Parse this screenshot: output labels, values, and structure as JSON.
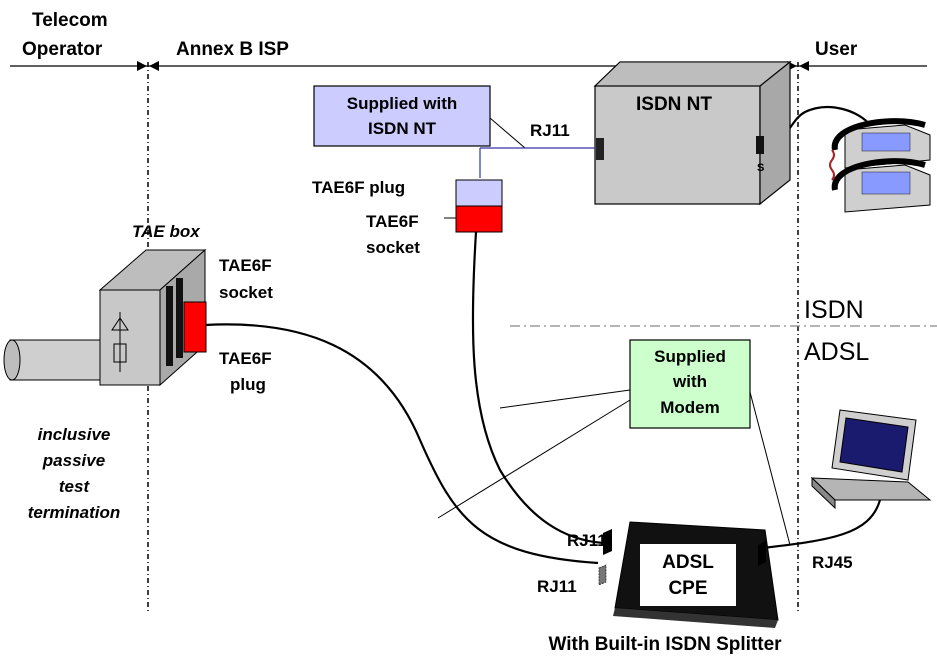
{
  "zones": {
    "telecom_operator": [
      "Telecom",
      "Operator"
    ],
    "annex_b_isp": "Annex B ISP",
    "user": "User"
  },
  "devices": {
    "isdn_nt": "ISDN NT",
    "isdn_nt_s_port": "S",
    "adsl_cpe": [
      "ADSL",
      "CPE"
    ],
    "tae_box": "TAE box"
  },
  "callouts": {
    "supplied_with_isdn_nt": [
      "Supplied with",
      "ISDN NT"
    ],
    "supplied_with_modem": [
      "Supplied",
      "with",
      "Modem"
    ]
  },
  "labels": {
    "rj11_top": "RJ11",
    "tae6f_plug_top": "TAE6F plug",
    "tae6f_socket_top": [
      "TAE6F",
      "socket"
    ],
    "tae6f_socket_box": [
      "TAE6F",
      "socket"
    ],
    "tae6f_plug_box": [
      "TAE6F",
      "plug"
    ],
    "rj11_cpe_upper": "RJ11",
    "rj11_cpe_lower": "RJ11",
    "rj45": "RJ45",
    "isdn": "ISDN",
    "adsl": "ADSL",
    "splitter_caption": "With Built-in ISDN Splitter",
    "test_termination": [
      "inclusive",
      "passive",
      "test",
      "termination"
    ]
  },
  "colors": {
    "callout_nt_fill": "#ccccff",
    "callout_modem_fill": "#ccffcc",
    "tae_red": "#ff0000",
    "tae_plug_fill": "#ccccff",
    "nt_blue_line": "#3333aa",
    "cpe_black": "#111111",
    "box_gray": "#cfcfcf"
  }
}
